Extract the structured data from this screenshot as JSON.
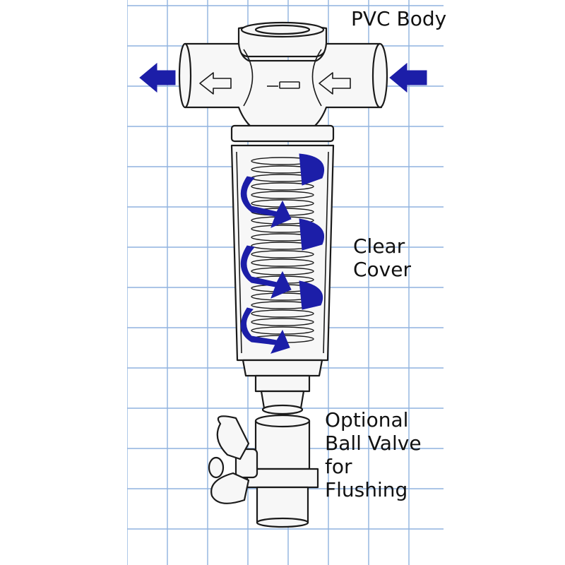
{
  "labels": {
    "pvc_body": "PVC Body",
    "clear_cover": "Clear\nCover",
    "ball_valve": "Optional\nBall Valve\nfor\nFlushing"
  },
  "colors": {
    "grid": "#8fb2df",
    "flow_arrow": "#1c1ea8",
    "outline": "#1a1a1a",
    "body_fill": "#f7f7f7",
    "background": "#ffffff"
  }
}
